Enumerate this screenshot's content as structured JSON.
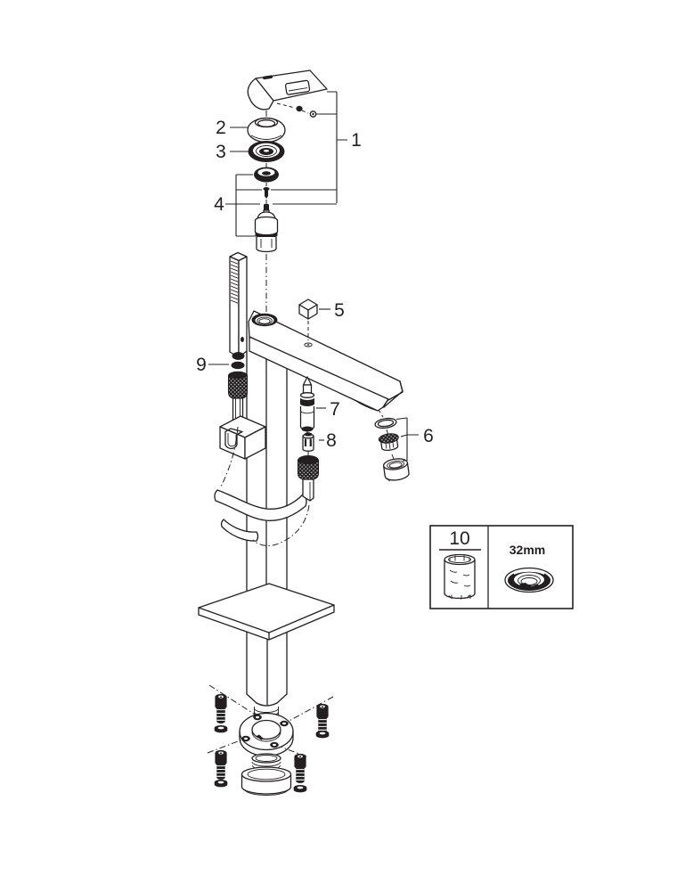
{
  "colors": {
    "background": "#ffffff",
    "line": "#231f20"
  },
  "callouts": [
    {
      "label": "1"
    },
    {
      "label": "2"
    },
    {
      "label": "3"
    },
    {
      "label": "4"
    },
    {
      "label": "5"
    },
    {
      "label": "6"
    },
    {
      "label": "7"
    },
    {
      "label": "8"
    },
    {
      "label": "9"
    }
  ],
  "inset": {
    "part_label": "10",
    "size_label": "32mm"
  }
}
